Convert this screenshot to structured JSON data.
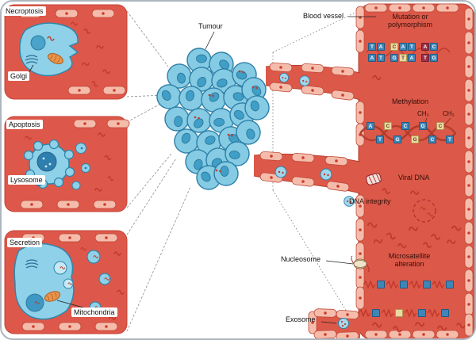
{
  "panels": {
    "necroptosis": {
      "title": "Necroptosis",
      "organelle": "Golgi"
    },
    "apoptosis": {
      "title": "Apoptosis",
      "organelle": "Lysosome"
    },
    "secretion": {
      "title": "Secretion",
      "organelle": "Mitochondria"
    }
  },
  "tumour": {
    "label": "Tumour"
  },
  "vessel": {
    "label": "Blood vessel",
    "mutation": {
      "line1": "Mutation or",
      "line2": "polymorphism",
      "row1": [
        {
          "ch": "T",
          "k": "b"
        },
        {
          "ch": "A",
          "k": "b"
        },
        {
          "sp": true
        },
        {
          "ch": "C",
          "k": "t"
        },
        {
          "ch": "A",
          "k": "b"
        },
        {
          "ch": "T",
          "k": "b"
        },
        {
          "sp": true
        },
        {
          "ch": "A",
          "k": "m"
        },
        {
          "ch": "C",
          "k": "b"
        }
      ],
      "row2": [
        {
          "ch": "A",
          "k": "b"
        },
        {
          "ch": "T",
          "k": "b"
        },
        {
          "sp": true
        },
        {
          "ch": "G",
          "k": "b"
        },
        {
          "ch": "T",
          "k": "t"
        },
        {
          "ch": "A",
          "k": "b"
        },
        {
          "sp": true
        },
        {
          "ch": "T",
          "k": "m"
        },
        {
          "ch": "G",
          "k": "b"
        }
      ]
    },
    "methylation": {
      "label": "Methylation",
      "ch3_left": "CH₃",
      "ch3_right": "CH₃",
      "top_row": [
        {
          "ch": "A",
          "k": "b"
        },
        {
          "ch": "C",
          "k": "t"
        },
        {
          "ch": "C",
          "k": "b"
        },
        {
          "ch": "G",
          "k": "b"
        },
        {
          "ch": "C",
          "k": "t"
        }
      ],
      "bottom_row": [
        {
          "ch": "T",
          "k": "b"
        },
        {
          "ch": "G",
          "k": "b"
        },
        {
          "ch": "G",
          "k": "t"
        },
        {
          "ch": "C",
          "k": "b"
        },
        {
          "ch": "T",
          "k": "b"
        }
      ]
    },
    "viral": {
      "label": "Viral DNA"
    },
    "integrity": {
      "label": "DNA integrity"
    },
    "microsatellite": {
      "line1": "Microsatellite",
      "line2": "alteration",
      "row1": [
        {
          "w": true
        },
        {
          "k": "b"
        },
        {
          "w": true
        },
        {
          "k": "b"
        },
        {
          "w": true
        },
        {
          "k": "b"
        },
        {
          "w": true
        },
        {
          "k": "b"
        }
      ],
      "row2": [
        {
          "w": true
        },
        {
          "k": "b"
        },
        {
          "w": true
        },
        {
          "k": "t"
        },
        {
          "w": true
        },
        {
          "k": "b"
        },
        {
          "w": true
        },
        {
          "k": "b"
        }
      ]
    },
    "nucleosome_label": "Nucleosome",
    "exosome_label": "Exosome"
  },
  "colors": {
    "vessel_red": "#dc5848",
    "panel_red": "#dd584a",
    "cell_blue": "#85cbe3",
    "endothelial_salmon": "#f5bcab",
    "tile_blue": "#3e86b8",
    "tile_tan": "#ead9a5",
    "tile_maroon": "#9c2f44",
    "fragment_red": "#c0392b"
  }
}
